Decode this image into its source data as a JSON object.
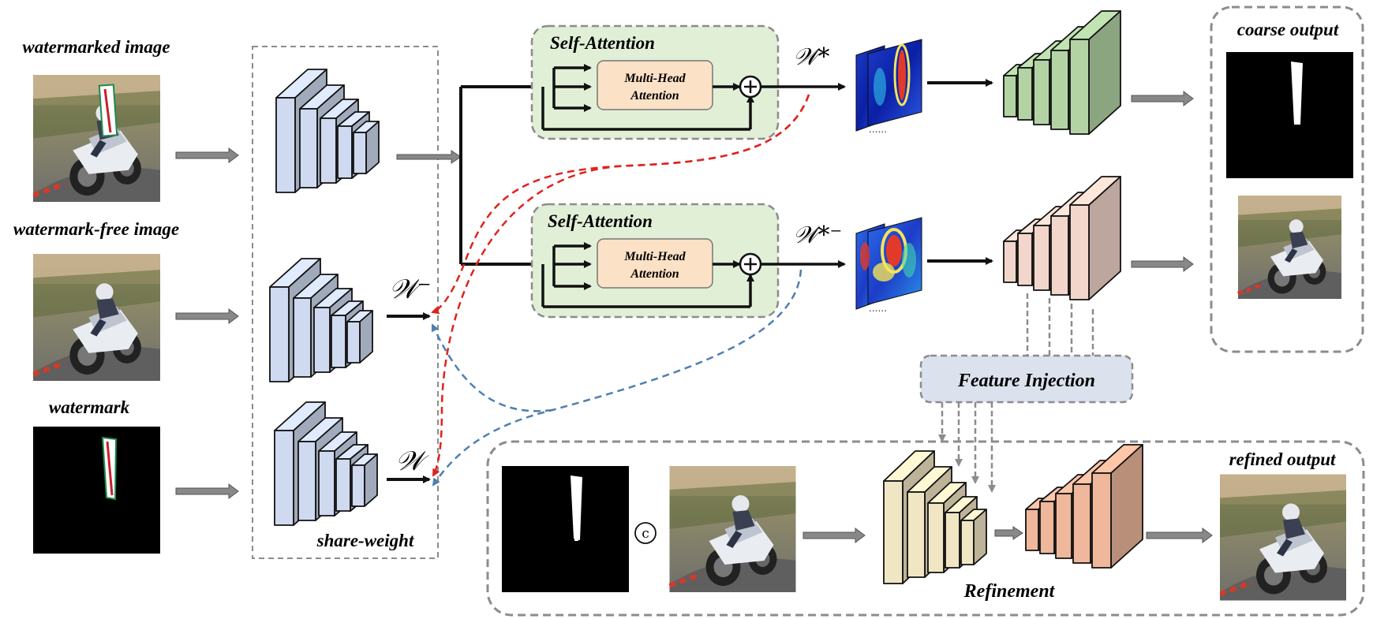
{
  "inputs": {
    "watermarked_label": "watermarked image",
    "watermark_free_label": "watermark-free image",
    "watermark_label": "watermark"
  },
  "encoder": {
    "share_weight_label": "share-weight"
  },
  "symbols": {
    "w_minus": "𝒲⁻",
    "w": "𝒲",
    "w_star": "𝒲*",
    "w_star_minus": "𝒲*⁻",
    "concat": "c"
  },
  "attention_top": {
    "title": "Self-Attention",
    "block_line1": "Multi-Head",
    "block_line2": "Attention"
  },
  "attention_bottom": {
    "title": "Self-Attention",
    "block_line1": "Multi-Head",
    "block_line2": "Attention"
  },
  "feature_injection": "Feature Injection",
  "refinement_label": "Refinement",
  "outputs": {
    "coarse_label": "coarse output",
    "refined_label": "refined output"
  },
  "colors": {
    "encoder_blue": "#cfdaf0",
    "decoder_green": "#b3d3a5",
    "decoder_pink": "#f2d5cb",
    "refine_cream": "#f1e6c4",
    "refine_orange": "#efb79c",
    "attention_green_bg": "#e1efd7",
    "mha_orange": "#fbe1c5",
    "feature_injection_bg": "#dbe1ed",
    "red_dash": "#e0221c",
    "blue_dash": "#4f7fb2"
  }
}
